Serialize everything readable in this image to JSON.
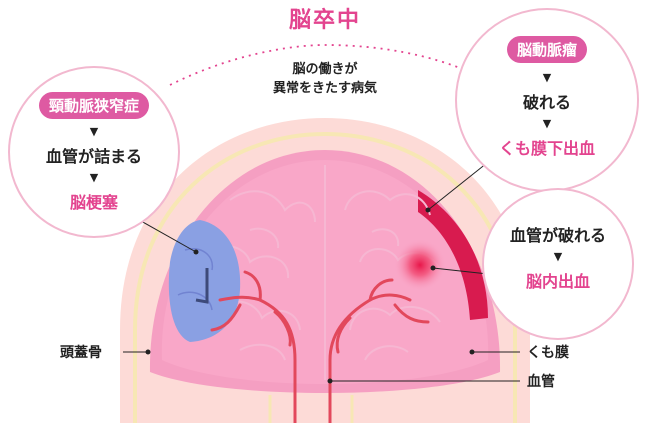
{
  "colors": {
    "accent": "#e3448f",
    "pill": "#de5aa2",
    "skull": "#fddbd7",
    "skull_outline": "#f7e7b4",
    "membrane": "#f59fc2",
    "brain": "#f9a7c8",
    "brain_fold": "#f6b7d2",
    "infarct": "#8aa0e3",
    "bleed": "#d81b4f",
    "vessel": "#e2485c"
  },
  "title": "脳卒中",
  "subtitle_line1": "脳の働きが",
  "subtitle_line2": "異常をきたす病気",
  "left_circle": {
    "pill": "頸動脈狭窄症",
    "arrow1": "▼",
    "step": "血管が詰まる",
    "arrow2": "▼",
    "result": "脳梗塞"
  },
  "right_top_circle": {
    "pill": "脳動脈瘤",
    "arrow1": "▼",
    "step": "破れる",
    "arrow2": "▼",
    "result": "くも膜下出血"
  },
  "right_bottom_circle": {
    "step": "血管が破れる",
    "arrow": "▼",
    "result": "脳内出血"
  },
  "labels": {
    "skull": "頭蓋骨",
    "arachnoid": "くも膜",
    "vessel": "血管"
  },
  "icons": {
    "infarct": "infarct-region-icon",
    "hemorrhage": "hemorrhage-spot-icon"
  }
}
